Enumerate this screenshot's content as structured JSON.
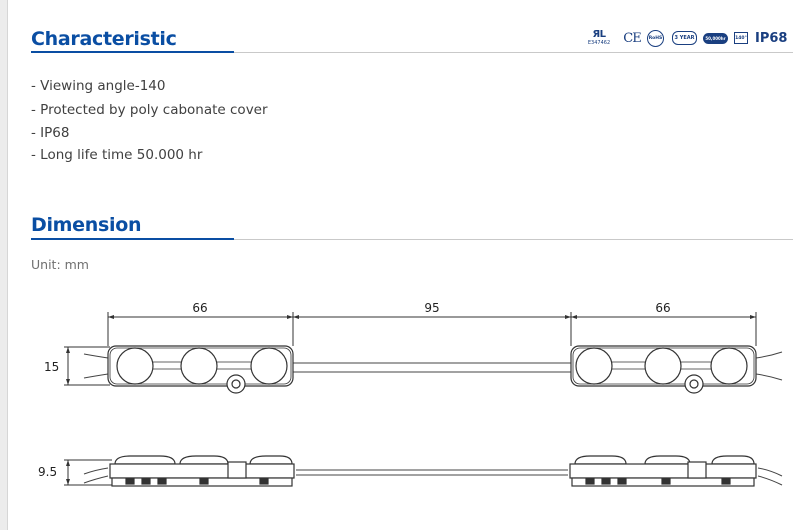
{
  "characteristic": {
    "title": "Characteristic",
    "features": [
      "- Viewing angle-140",
      "- Protected by poly cabonate cover",
      "- IP68",
      "- Long life time 50.000 hr"
    ]
  },
  "certifications": [
    {
      "name": "ul-recognized-icon",
      "text": "ЯL",
      "subtext": "E347462"
    },
    {
      "name": "ce-mark-icon",
      "text": "CE"
    },
    {
      "name": "rohs-icon",
      "text": "RoHS"
    },
    {
      "name": "three-year-warranty-icon",
      "text": "3 YEAR"
    },
    {
      "name": "lifetime-50000h-icon",
      "text": "50,000hr"
    },
    {
      "name": "viewing-angle-140-icon",
      "text": "140°"
    },
    {
      "name": "ip68-icon",
      "text": "IP68"
    }
  ],
  "dimension": {
    "title": "Dimension",
    "unit_label": "Unit: mm",
    "labels": {
      "module_length_left": "66",
      "module_spacing": "95",
      "module_length_right": "66",
      "module_width": "15",
      "module_height": "9.5"
    }
  },
  "colors": {
    "title_blue": "#0a4ea3",
    "text_gray": "#404040",
    "rule_gray": "#c9c9c9",
    "cert_navy": "#1a3f80"
  }
}
